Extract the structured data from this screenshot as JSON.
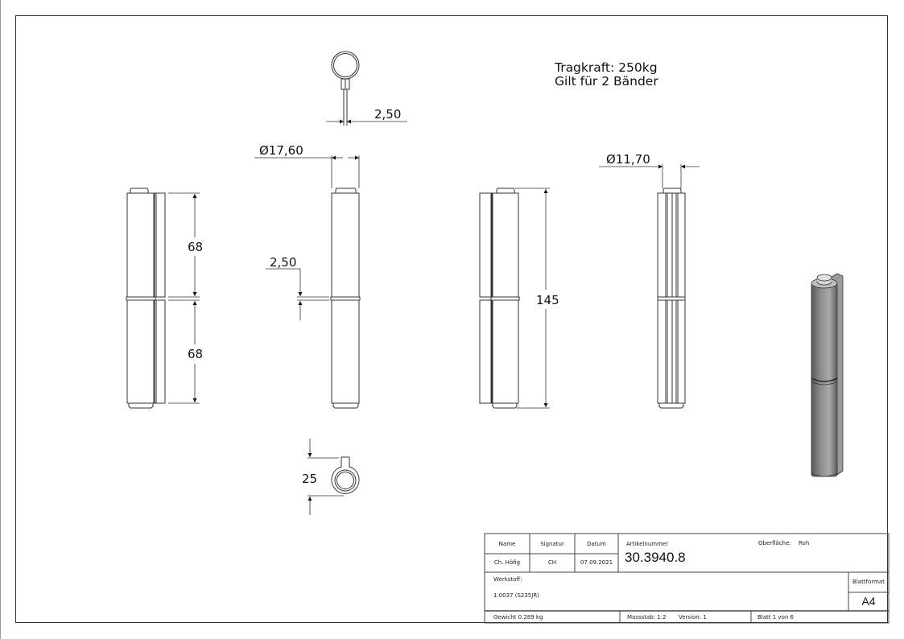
{
  "notes": {
    "load_capacity": "Tragkraft: 250kg",
    "applies_to": "Gilt für 2 Bänder"
  },
  "dimensions": {
    "top_view_tab_width": "2,50",
    "diameter_outer": "Ø17,60",
    "diameter_pin": "Ø11,70",
    "gap": "2,50",
    "upper_half_length": "68",
    "lower_half_length": "68",
    "total_length": "145",
    "bottom_view_width": "25"
  },
  "title_block": {
    "headers": {
      "name": "Name",
      "signature": "Signatur",
      "date": "Datum",
      "article_number": "Artikelnummer",
      "surface": "Oberfläche:"
    },
    "values": {
      "name": "Ch. Höfig",
      "signature": "CH",
      "date": "07.09.2021",
      "article_number": "30.3940.8",
      "surface": "Roh"
    },
    "material_label": "Werkstoff:",
    "material_value": "1.0037 (S235JR)",
    "sheet_format_label": "Blattformat",
    "sheet_format_value": "A4",
    "weight": "Gewicht 0.289 kg",
    "scale": "Massstab: 1:2",
    "version": "Version: 1",
    "sheet": "Blatt 1 von 6"
  }
}
